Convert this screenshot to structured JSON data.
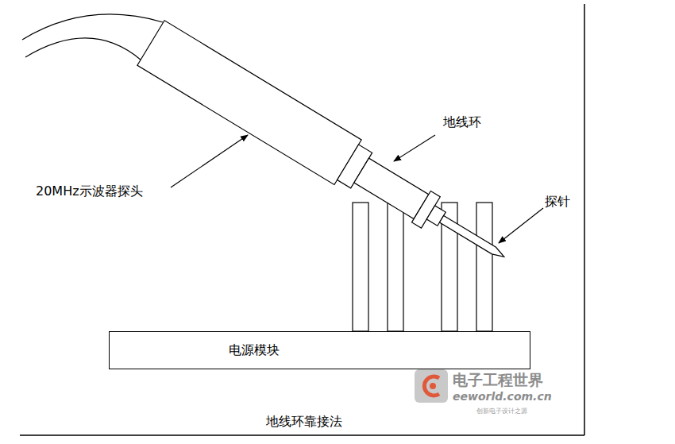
{
  "diagram": {
    "caption": "地线环靠接法",
    "nodes": [
      {
        "text": [
          "电源模块"
        ]
      }
    ],
    "labels": [
      "20MHz示波器探头",
      "地线环",
      "探针",
      "电子工程世界",
      "eeworld.com.cn",
      "创新电子设计之源"
    ]
  }
}
